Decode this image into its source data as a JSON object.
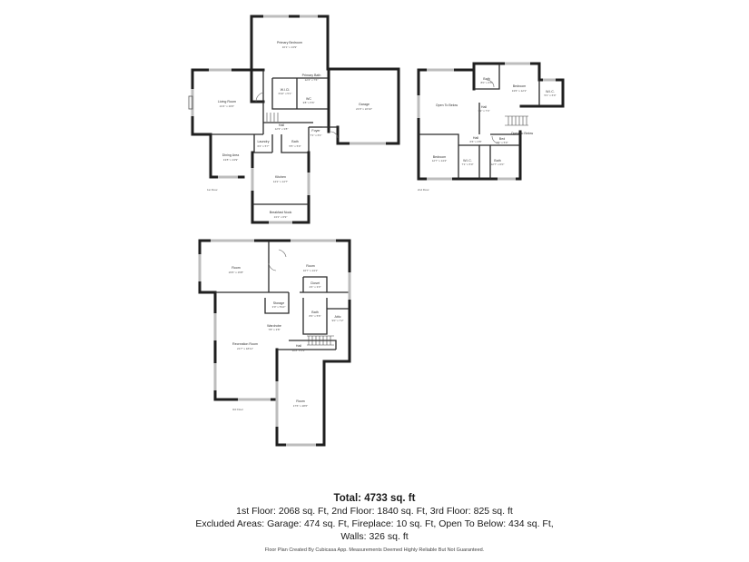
{
  "floors": {
    "first": {
      "label": "1st Floor",
      "rooms": [
        {
          "key": "primary_bedroom",
          "name": "Primary Bedroom",
          "dim": "16'1\" x 13'9\""
        },
        {
          "key": "primary_bath",
          "name": "Primary Bath",
          "dim": "12'4\" x 7'6\""
        },
        {
          "key": "wic",
          "name": "W.I.Cl.",
          "dim": "6'10\" x 5'1\""
        },
        {
          "key": "wc",
          "name": "WC",
          "dim": "3'8\" x 5'6\""
        },
        {
          "key": "living_room",
          "name": "Living Room",
          "dim": "21'4\" x 16'0\""
        },
        {
          "key": "garage",
          "name": "Garage",
          "dim": "21'0\" x 22'10\""
        },
        {
          "key": "hall",
          "name": "Hall",
          "dim": "12'3\" x 3'8\""
        },
        {
          "key": "foyer",
          "name": "Foyer",
          "dim": "7'1\" x 6'1\""
        },
        {
          "key": "dining_area",
          "name": "Dining Area",
          "dim": "13'8\" x 13'9\""
        },
        {
          "key": "laundry",
          "name": "Laundry",
          "dim": "6'4\" x 5'7\""
        },
        {
          "key": "bath",
          "name": "Bath",
          "dim": "5'5\" x 5'0\""
        },
        {
          "key": "kitchen",
          "name": "Kitchen",
          "dim": "14'2\" x 14'7\""
        },
        {
          "key": "breakfast_nook",
          "name": "Breakfast Nook",
          "dim": "13'1\" x 6'9\""
        }
      ]
    },
    "second": {
      "label": "2nd Floor",
      "rooms": [
        {
          "key": "bath",
          "name": "Bath",
          "dim": "8'0\" x 6'6\""
        },
        {
          "key": "bedroom_ne",
          "name": "Bedroom",
          "dim": "13'6\" x 12'1\""
        },
        {
          "key": "wic",
          "name": "W.I.C.",
          "dim": "5'1\" x 6'0\""
        },
        {
          "key": "open_to_below_w",
          "name": "Open To Below",
          "dim": ""
        },
        {
          "key": "hall_upper",
          "name": "Hall",
          "dim": "3'9\" x 7'4\""
        },
        {
          "key": "open_to_below_e",
          "name": "Open To Below",
          "dim": ""
        },
        {
          "key": "hall_lower",
          "name": "Hall",
          "dim": "6'6\" x 3'8\""
        },
        {
          "key": "bed_closet",
          "name": "Bed",
          "dim": "7'6\" x 5'0\""
        },
        {
          "key": "bedroom_sw",
          "name": "Bedroom",
          "dim": "12'7\" x 14'4\""
        },
        {
          "key": "wic_small",
          "name": "W.I.C.",
          "dim": "7'1\" x 5'0\""
        },
        {
          "key": "bath_lower",
          "name": "Bath",
          "dim": "12'7\" x 6'0\""
        }
      ]
    },
    "third": {
      "label": "3rd Floor",
      "rooms": [
        {
          "key": "room_top_left",
          "name": "Room",
          "dim": "23'6\" x 15'8\""
        },
        {
          "key": "room_top_right",
          "name": "Room",
          "dim": "16'7\" x 13'1\""
        },
        {
          "key": "bath",
          "name": "Bath",
          "dim": "8'4\" x 5'6\""
        },
        {
          "key": "closet",
          "name": "Closet",
          "dim": "4'4\" x 3'3\""
        },
        {
          "key": "attic",
          "name": "Attic",
          "dim": "9'0\" x 7'2\""
        },
        {
          "key": "storage",
          "name": "Storage",
          "dim": "3'0\" x 5'10\""
        },
        {
          "key": "wardrobe",
          "name": "Wardrobe",
          "dim": "7'8\" x 3'8\""
        },
        {
          "key": "recreation_room",
          "name": "Recreation Room",
          "dim": "21'7\" x 18'11\""
        },
        {
          "key": "hall",
          "name": "Hall",
          "dim": "10'8\" x 3'9\""
        },
        {
          "key": "room_bottom",
          "name": "Room",
          "dim": "17'6\" x 28'6\""
        }
      ]
    }
  },
  "summary": {
    "total": "Total: 4733 sq. ft",
    "floors_line": "1st Floor: 2068 sq. Ft, 2nd Floor: 1840 sq. Ft, 3rd Floor: 825 sq. ft",
    "excluded_line": "Excluded Areas: Garage: 474 sq. Ft, Fireplace: 10 sq. Ft, Open To Below: 434 sq. Ft,",
    "walls_line": "Walls: 326 sq. ft",
    "disclaimer": "Floor Plan Created By Cubicasa App. Measurements Deemed Highly Reliable But Not Guaranteed."
  }
}
